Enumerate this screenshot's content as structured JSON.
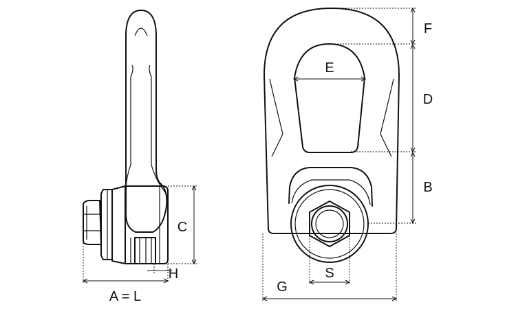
{
  "labels": {
    "a_eq_l": "A = L",
    "c": "C",
    "h": "H",
    "e": "E",
    "f": "F",
    "d": "D",
    "b": "B",
    "g": "G",
    "s": "S"
  }
}
